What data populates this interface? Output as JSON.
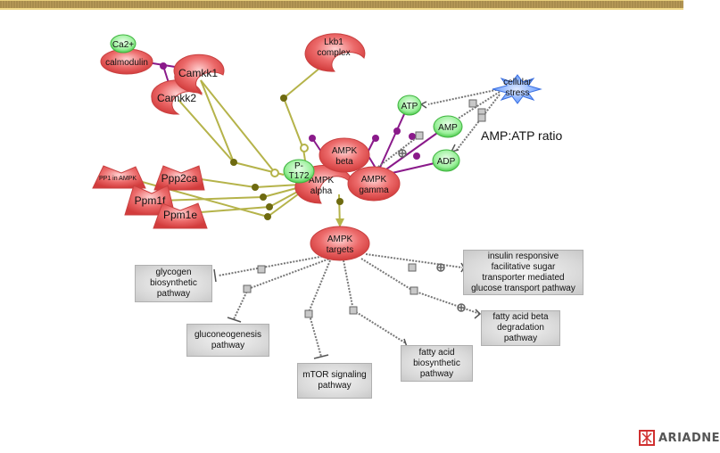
{
  "diagram": {
    "title_bar_color": "#a88c4e",
    "colors": {
      "protein_fill": "#e85a5a",
      "small_molecule_fill": "#7ee07e",
      "stress_fill": "#6fa8ff",
      "activation_edge": "#b5b34a",
      "binding_edge": "#8a1a8a",
      "regulation_edge": "#777777",
      "pathway_box": "#d8d8d8"
    },
    "nodes": {
      "ca2": "Ca2+",
      "calmodulin": "calmodulin",
      "camkk1": "Camkk1",
      "camkk2": "Camkk2",
      "lkb1_line1": "Lkb1",
      "lkb1_line2": "complex",
      "cellular_stress_line1": "cellular",
      "cellular_stress_line2": "stress",
      "atp": "ATP",
      "amp": "AMP",
      "adp": "ADP",
      "amp_atp_ratio": "AMP:ATP ratio",
      "ampk_beta_line1": "AMPK",
      "ampk_beta_line2": "beta",
      "ampk_gamma_line1": "AMPK",
      "ampk_gamma_line2": "gamma",
      "ampk_alpha_line1": "AMPK",
      "ampk_alpha_line2": "alpha",
      "p_t172_line1": "P-",
      "p_t172_line2": "T172",
      "pp1_in_ampk": "PP1 in AMPK",
      "ppp2ca": "Ppp2ca",
      "ppm1f": "Ppm1f",
      "ppm1e": "Ppm1e",
      "ampk_targets_line1": "AMPK",
      "ampk_targets_line2": "targets"
    },
    "pathways": {
      "glycogen": "glycogen\nbiosynthetic\npathway",
      "gluconeogenesis": "gluconeogenesis\npathway",
      "mtor": "mTOR signaling\npathway",
      "fatty_acid_bio": "fatty acid\nbiosynthetic\npathway",
      "fatty_acid_beta": "fatty acid beta\ndegradation\npathway",
      "insulin": "insulin responsive\nfacilitative sugar\ntransporter mediated\nglucose transport pathway"
    }
  },
  "logo": {
    "text": "ARIADNE"
  }
}
